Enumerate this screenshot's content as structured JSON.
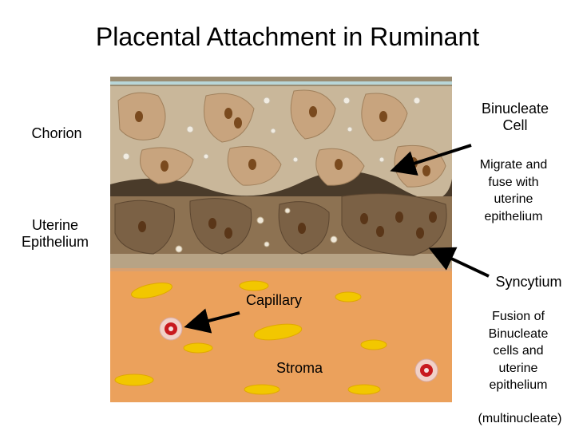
{
  "title": "Placental Attachment in Ruminant",
  "labels": {
    "chorion": "Chorion",
    "uterine_epithelium_line1": "Uterine",
    "uterine_epithelium_line2": "Epithelium",
    "binucleate_line1": "Binucleate",
    "binucleate_line2": "Cell",
    "capillary": "Capillary",
    "stroma": "Stroma",
    "syncytium": "Syncytium"
  },
  "notes": {
    "migrate": [
      "Migrate and",
      "fuse with",
      "uterine",
      "epithelium"
    ],
    "fusion": [
      "Fusion of",
      "Binucleate",
      "cells and",
      "uterine",
      "epithelium"
    ],
    "multinucleate": "(multinucleate)"
  },
  "colors": {
    "chorion_layer": "#c9b79a",
    "cell_body": "#c8a47e",
    "nucleus": "#7a4a1e",
    "epithelium_layer": "#8d7252",
    "stroma": "#eba15c",
    "capillary_fill": "#f2c700",
    "red_cell": "#c8191e"
  }
}
